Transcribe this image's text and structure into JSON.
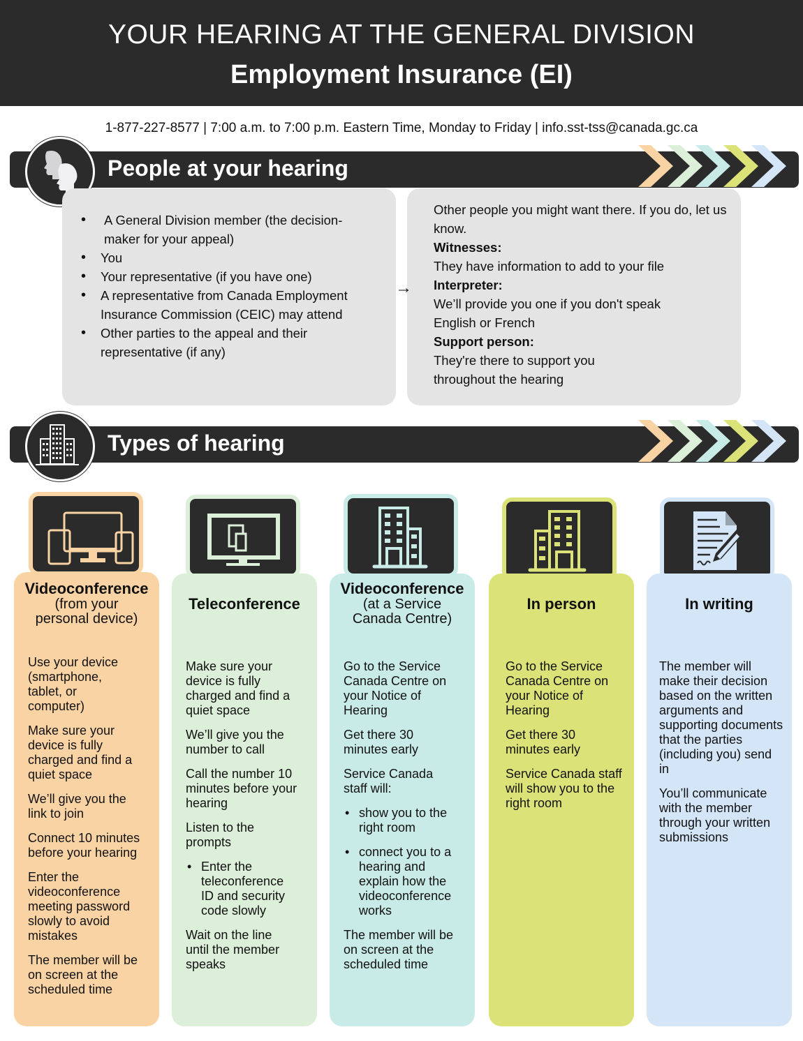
{
  "header": {
    "title_line1": "YOUR HEARING AT THE GENERAL DIVISION",
    "title_line2": "Employment Insurance (EI)"
  },
  "contact": {
    "text": "1-877-227-8577 | 7:00 a.m. to 7:00 p.m. Eastern Time, Monday to Friday | info.sst-tss@canada.gc.ca",
    "phone": "1-877-227-8577",
    "hours": "7:00 a.m. to 7:00 p.m. Eastern Time, Monday to Friday",
    "email": "info.sst-tss@canada.gc.ca"
  },
  "colors": {
    "dark": "#2b2b2b",
    "orange": "#fad3a5",
    "green": "#dcefd8",
    "teal": "#c8ebe7",
    "lime": "#dbe378",
    "blue": "#d3e5f7",
    "gray_box": "#e4e4e4"
  },
  "people_section": {
    "title": "People at your hearing",
    "icon": "people-heads-icon",
    "attendees": [
      "A General Division member (the decision-maker for your appeal)",
      "You",
      "Your representative (if you have one)",
      "A representative from Canada Employment Insurance Commission (CEIC) may attend",
      "Other parties to the appeal and their representative (if any)"
    ],
    "others_intro": "Other people you might want there. If you do, let us know.",
    "others": [
      {
        "label": "Witnesses:",
        "desc": "They have information to add to your file"
      },
      {
        "label": "Interpreter:",
        "desc": "We’ll provide you one if you don't speak English or French"
      },
      {
        "label": "Support person:",
        "desc": "They're there to support you throughout the hearing"
      }
    ]
  },
  "types_section": {
    "title": "Types of hearing",
    "icon": "buildings-icon",
    "cards": [
      {
        "title": "Videoconference",
        "subtitle": "(from your personal device)",
        "icon": "multi-device-icon",
        "color": "#fad3a5",
        "items": [
          "Use your device (smartphone, tablet, or computer)",
          "Make sure your device is fully charged and find a quiet space",
          "We’ll give you the link to join",
          "Connect 10 minutes before your hearing",
          "Enter the videoconference meeting password slowly to avoid mistakes",
          "The member will be on screen at the scheduled time"
        ]
      },
      {
        "title": "Teleconference",
        "subtitle": "",
        "icon": "monitor-phone-icon",
        "color": "#dcefd8",
        "items": [
          "Make sure your device is fully charged and find a quiet space",
          "We’ll give you the number to call",
          "Call the number 10 minutes before your hearing",
          "Listen to the prompts"
        ],
        "bullets": [
          "Enter the teleconference ID and security code slowly"
        ],
        "after": [
          "Wait on the line until the member speaks"
        ]
      },
      {
        "title": "Videoconference",
        "subtitle": "(at a Service Canada Centre)",
        "icon": "office-building-icon",
        "color": "#c8ebe7",
        "items": [
          "Go to the Service Canada Centre on your Notice of Hearing",
          "Get there 30 minutes early",
          "Service Canada staff will:"
        ],
        "bullets": [
          "show you to the right room",
          "connect you to a hearing and explain how the videoconference works"
        ],
        "after": [
          "The member will be on screen at the scheduled time"
        ]
      },
      {
        "title": "In person",
        "subtitle": "",
        "icon": "office-building-icon",
        "color": "#dbe378",
        "items": [
          "Go to the Service Canada Centre on your Notice of Hearing",
          "Get there 30 minutes early",
          "Service Canada staff will show you to the right room"
        ]
      },
      {
        "title": "In writing",
        "subtitle": "",
        "icon": "document-pen-icon",
        "color": "#d3e5f7",
        "items": [
          "The member will make their decision based on the written arguments and supporting documents that the parties (including you) send in",
          "You’ll communicate with the member through your written submissions"
        ]
      }
    ]
  }
}
